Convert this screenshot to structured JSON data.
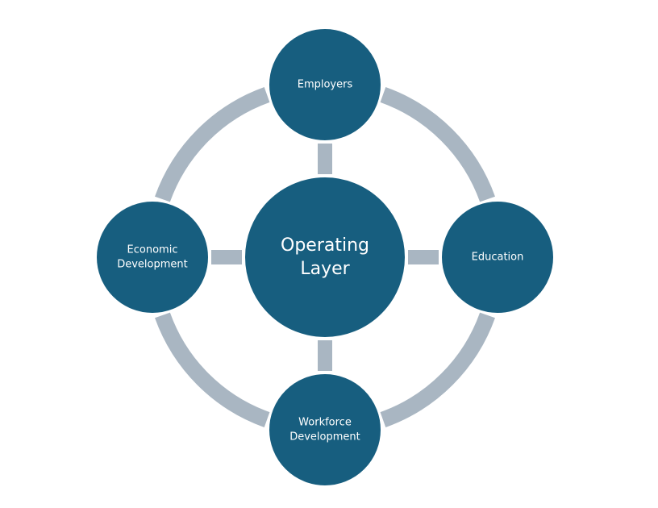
{
  "diagram": {
    "type": "hub-and-spoke cycle",
    "colors": {
      "node_fill": "#175e7f",
      "connector": "#a9b6c2",
      "node_text": "#ffffff",
      "background": "#ffffff"
    },
    "center": {
      "id": "operating-layer",
      "lines": [
        "Operating",
        "Layer"
      ]
    },
    "nodes": [
      {
        "id": "employers",
        "position": "top",
        "lines": [
          "Employers"
        ]
      },
      {
        "id": "education",
        "position": "right",
        "lines": [
          "Education"
        ]
      },
      {
        "id": "workforce-development",
        "position": "bottom",
        "lines": [
          "Workforce",
          "Development"
        ]
      },
      {
        "id": "economic-development",
        "position": "left",
        "lines": [
          "Economic",
          "Development"
        ]
      }
    ],
    "edges": [
      {
        "from": "operating-layer",
        "to": "employers"
      },
      {
        "from": "operating-layer",
        "to": "education"
      },
      {
        "from": "operating-layer",
        "to": "workforce-development"
      },
      {
        "from": "operating-layer",
        "to": "economic-development"
      },
      {
        "from": "employers",
        "to": "education",
        "style": "arc"
      },
      {
        "from": "education",
        "to": "workforce-development",
        "style": "arc"
      },
      {
        "from": "workforce-development",
        "to": "economic-development",
        "style": "arc"
      },
      {
        "from": "economic-development",
        "to": "employers",
        "style": "arc"
      }
    ]
  }
}
